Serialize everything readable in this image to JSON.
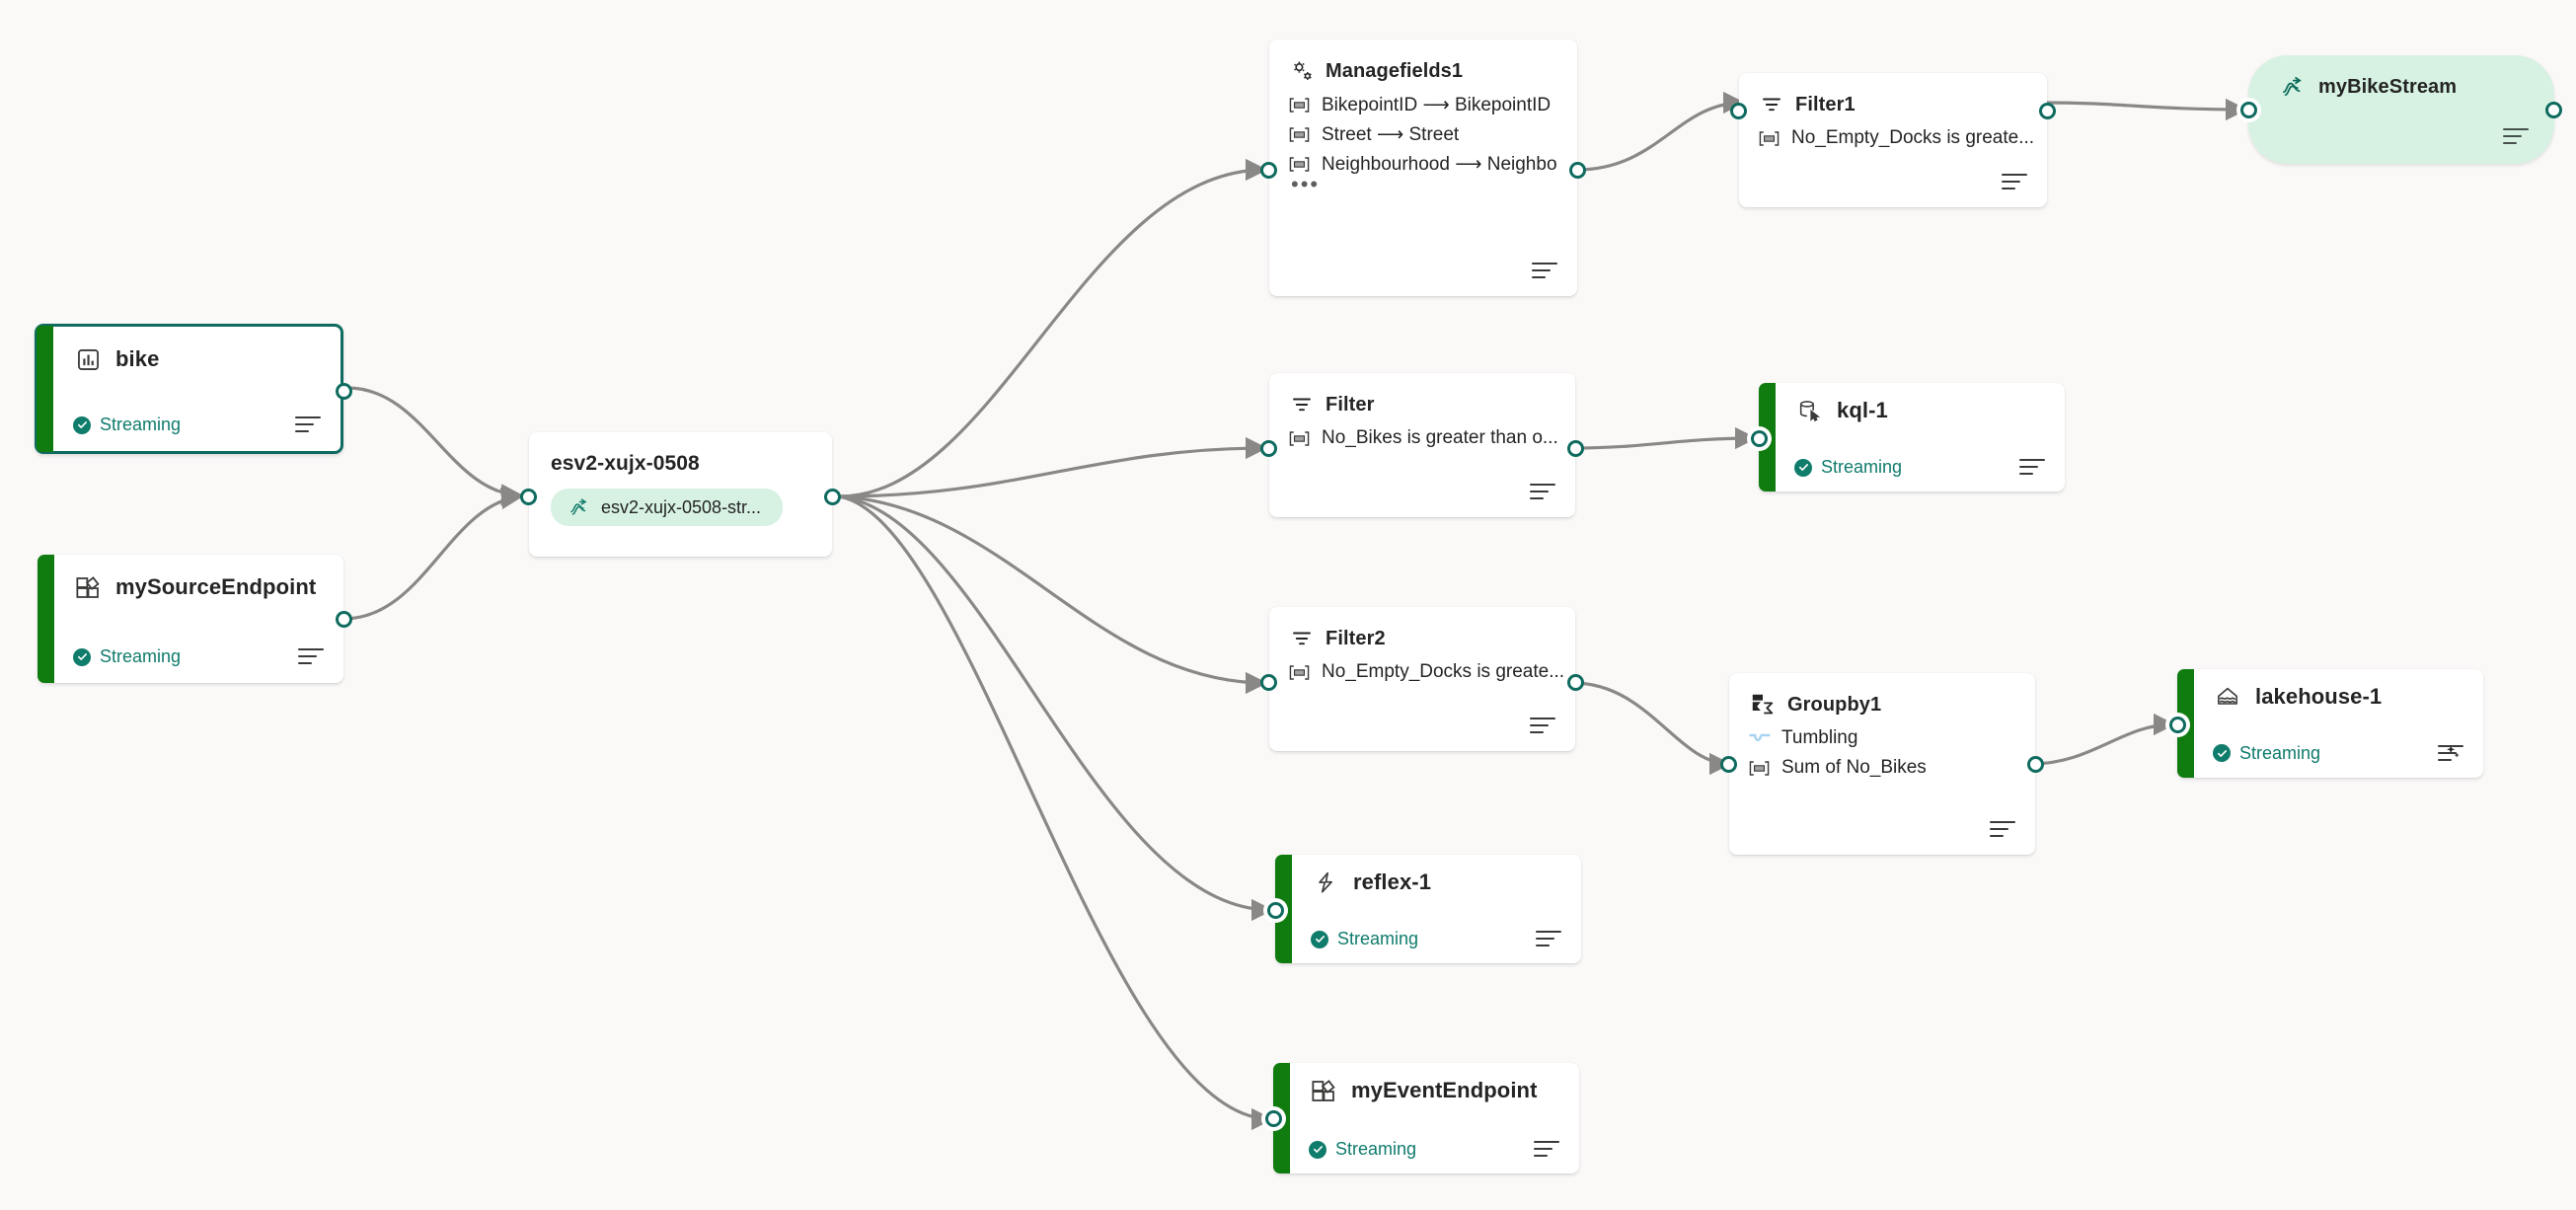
{
  "canvas": {
    "background_color": "#faf9f8",
    "edge_color": "#8a8886",
    "accent_green": "#107c10",
    "selected_border": "#0f6b5f",
    "port_color": "#0f6b5f",
    "status_color": "#0f7b6c",
    "stream_pill_bg": "#d7f2e3"
  },
  "nodes": {
    "bike": {
      "title": "bike",
      "status": "Streaming",
      "icon": "eventhouse-table-icon",
      "menu_icon": "hamburger-menu-icon",
      "selected": true
    },
    "my_source_endpoint": {
      "title": "mySourceEndpoint",
      "status": "Streaming",
      "icon": "custom-endpoint-icon",
      "menu_icon": "hamburger-menu-icon"
    },
    "eventstream": {
      "title": "esv2-xujx-0508",
      "stream_pill_label": "esv2-xujx-0508-str...",
      "stream_icon": "eventstream-icon"
    },
    "managefields1": {
      "title": "Managefields1",
      "icon": "manage-fields-icon",
      "rows": [
        "BikepointID ⟶ BikepointID",
        "Street ⟶ Street",
        "Neighbourhood ⟶ Neighbo"
      ],
      "overflow": "•••",
      "menu_icon": "hamburger-menu-icon"
    },
    "filter1": {
      "title": "Filter1",
      "icon": "filter-icon",
      "rows": [
        "No_Empty_Docks is greate..."
      ],
      "menu_icon": "hamburger-menu-icon"
    },
    "my_bike_stream": {
      "title": "myBikeStream",
      "icon": "eventstream-icon",
      "menu_icon": "hamburger-menu-icon"
    },
    "filter": {
      "title": "Filter",
      "icon": "filter-icon",
      "rows": [
        "No_Bikes is greater than o..."
      ],
      "menu_icon": "hamburger-menu-icon"
    },
    "kql1": {
      "title": "kql-1",
      "status": "Streaming",
      "icon": "kql-database-icon",
      "menu_icon": "hamburger-menu-icon"
    },
    "filter2": {
      "title": "Filter2",
      "icon": "filter-icon",
      "rows": [
        "No_Empty_Docks is greate..."
      ],
      "menu_icon": "hamburger-menu-icon"
    },
    "groupby1": {
      "title": "Groupby1",
      "icon": "group-by-icon",
      "rows": [
        {
          "label": "Tumbling",
          "icon": "tumbling-window-icon"
        },
        {
          "label": "Sum of No_Bikes",
          "icon": "field-icon"
        }
      ],
      "menu_icon": "hamburger-menu-icon"
    },
    "lakehouse1": {
      "title": "lakehouse-1",
      "status": "Streaming",
      "icon": "lakehouse-icon",
      "extra_icon": "sparkle-icon",
      "menu_icon": "hamburger-menu-icon"
    },
    "reflex1": {
      "title": "reflex-1",
      "status": "Streaming",
      "icon": "reflex-bolt-icon",
      "menu_icon": "hamburger-menu-icon"
    },
    "my_event_endpoint": {
      "title": "myEventEndpoint",
      "status": "Streaming",
      "icon": "custom-endpoint-icon",
      "menu_icon": "hamburger-menu-icon"
    }
  }
}
